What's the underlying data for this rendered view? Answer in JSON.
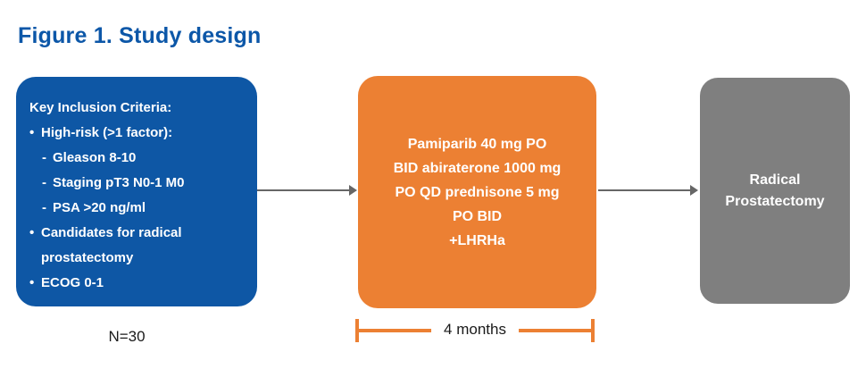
{
  "title": "Figure 1. Study design",
  "colors": {
    "title_blue": "#0C57A8",
    "inclusion_box_blue": "#0E57A5",
    "treatment_box_orange": "#EC8033",
    "outcome_box_gray": "#7F7F7F",
    "arrow_gray": "#666666",
    "bracket_orange": "#EC8033",
    "box_text": "#FFFFFF",
    "label_text": "#1A1A1A"
  },
  "inclusion_box": {
    "header": "Key Inclusion Criteria:",
    "items": [
      {
        "bullet": "•",
        "text": "High-risk (>1 factor):",
        "level": 0
      },
      {
        "bullet": "-",
        "text": "Gleason 8-10",
        "level": 1
      },
      {
        "bullet": "-",
        "text": "Staging pT3 N0-1 M0",
        "level": 1
      },
      {
        "bullet": "-",
        "text": "PSA >20 ng/ml",
        "level": 1
      },
      {
        "bullet": "•",
        "text": "Candidates for radical prostatectomy",
        "level": 0
      },
      {
        "bullet": "•",
        "text": "ECOG 0-1",
        "level": 0
      }
    ]
  },
  "treatment_box": {
    "lines": [
      "Pamiparib 40 mg PO",
      "BID abiraterone 1000 mg",
      "PO QD prednisone 5 mg",
      "PO BID",
      "+LHRHa"
    ]
  },
  "outcome_box": {
    "label": "Radical Prostatectomy"
  },
  "n_label": "N=30",
  "duration_label": "4 months"
}
